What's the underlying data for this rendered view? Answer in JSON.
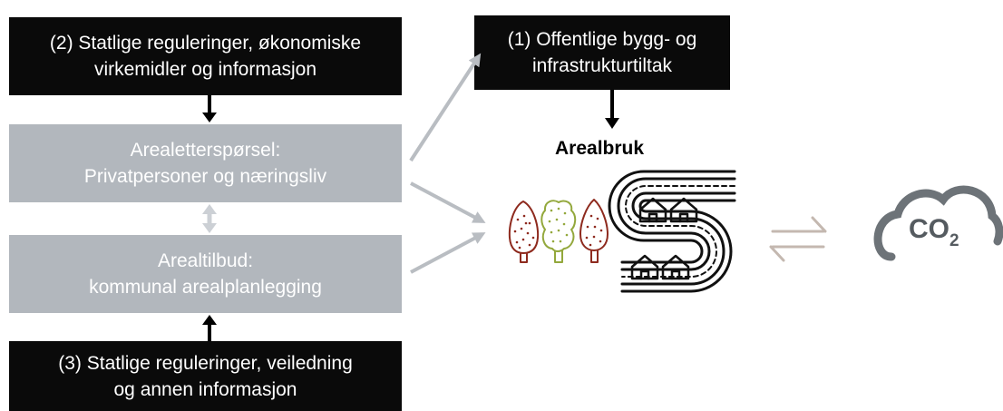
{
  "boxes": {
    "state_regulations_economic": [
      "(2) Statlige reguleringer, økonomiske",
      "virkemidler og informasjon"
    ],
    "public_infrastructure": [
      "(1) Offentlige bygg- og",
      "infrastrukturtiltak"
    ],
    "land_demand": [
      "Arealetterspørsel:",
      "Privatpersoner og næringsliv"
    ],
    "land_supply": [
      "Arealtilbud:",
      "kommunal arealplanlegging"
    ],
    "state_regulations_guidance": [
      "(3) Statlige reguleringer, veiledning",
      "og annen informasjon"
    ]
  },
  "land_use_title": "Arealbruk",
  "co2": {
    "main": "CO",
    "subscript": "2"
  },
  "icons": [
    "tree-icon",
    "road-houses-icon",
    "exchange-arrows-icon",
    "cloud-icon"
  ],
  "colors": {
    "dark_box": "#0a0a0a",
    "grey_box": "#b2b7bd",
    "grey_arrow": "#b9bdc2",
    "tree_red": "#8e2a1e",
    "tree_green": "#93a83c",
    "exchange": "#c4b8b0",
    "cloud": "#6d7378"
  }
}
